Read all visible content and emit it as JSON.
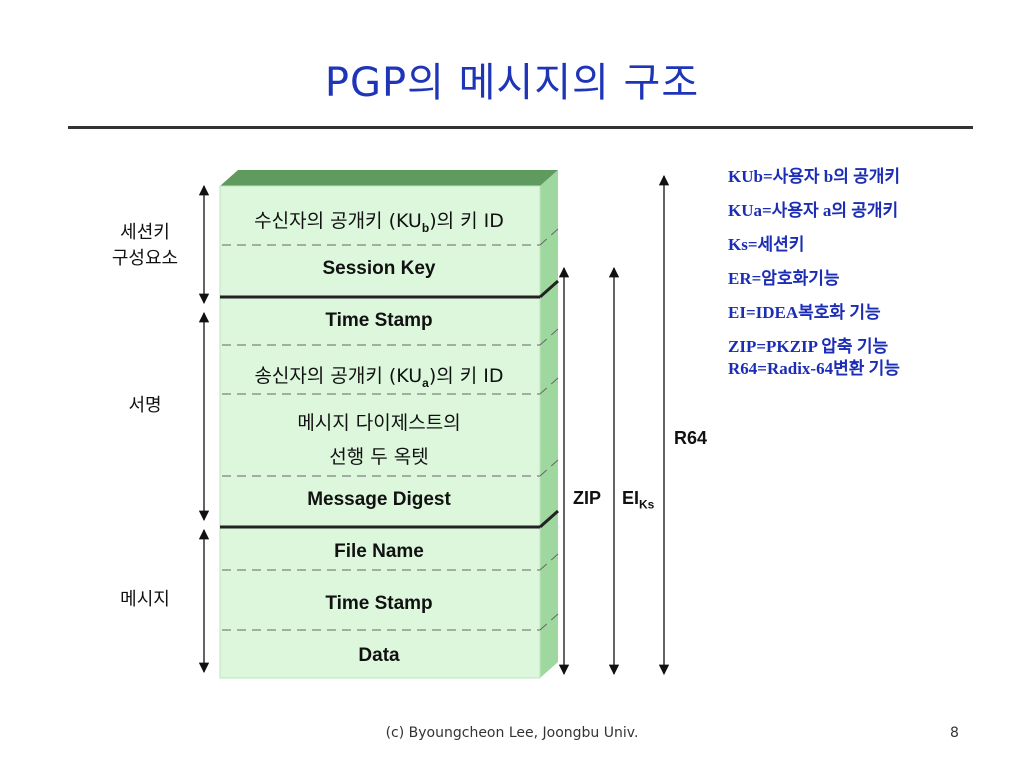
{
  "slide": {
    "title": "PGP의 메시지의 구조",
    "footer": "(c) Byoungcheon Lee, Joongbu Univ.",
    "page_number": "8"
  },
  "boxes": {
    "recipient_key_id": {
      "pre": "수신자의 공개키 (KU",
      "sub": "b",
      "post": ")의 키 ID"
    },
    "session_key": "Session Key",
    "time_stamp_sig": "Time Stamp",
    "sender_key_id": {
      "pre": "송신자의 공개키 (KU",
      "sub": "a",
      "post": ")의 키 ID"
    },
    "leading_octets_line1": "메시지 다이제스트의",
    "leading_octets_line2": "선행 두 옥텟",
    "message_digest": "Message Digest",
    "file_name": "File Name",
    "time_stamp_msg": "Time Stamp",
    "data": "Data"
  },
  "side_labels": {
    "session_line1": "세션키",
    "session_line2": "구성요소",
    "signature": "서명",
    "message": "메시지"
  },
  "arrows": {
    "zip": "ZIP",
    "ei": "EI",
    "ei_sub": "Ks",
    "r64": "R64"
  },
  "legend": [
    "KUb=사용자 b의 공개키",
    "KUa=사용자 a의 공개키",
    "Ks=세션키",
    "ER=암호화기능",
    "EI=IDEA복호화 기능",
    "ZIP=PKZIP 압축 기능",
    "R64=Radix-64변환 기능"
  ],
  "colors": {
    "title": "#1f35b8",
    "legend_text": "#1b2db5",
    "box_fill": "#ddf7dd",
    "box_side": "#9fd89f",
    "box_top": "#5f9a5f"
  }
}
